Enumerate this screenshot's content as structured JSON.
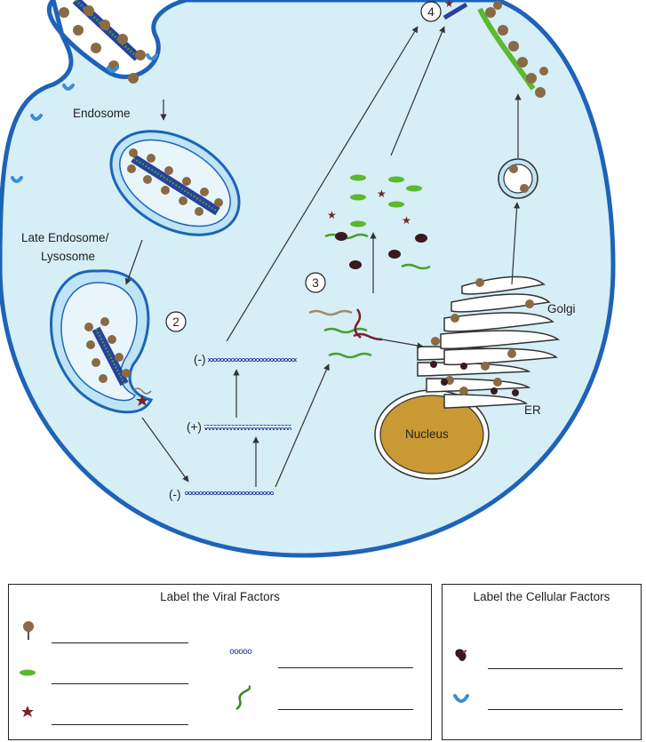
{
  "diagram": {
    "labels": {
      "endosome": "Endosome",
      "late_endosome_line1": "Late Endosome/",
      "late_endosome_line2": "Lysosome",
      "golgi": "Golgi",
      "er": "ER",
      "nucleus": "Nucleus",
      "rna_minus_top": "(-)",
      "rna_plus": "(+)",
      "rna_minus_bottom": "(-)"
    },
    "steps": [
      "2",
      "3",
      "4"
    ]
  },
  "legend": {
    "viral": {
      "title": "Label the Viral Factors",
      "items": [
        {
          "icon": "virion-glycoprotein-icon"
        },
        {
          "icon": "green-oval-protein-icon"
        },
        {
          "icon": "red-star-protein-icon"
        },
        {
          "icon": "rna-coil-icon",
          "glyph": "ooooo"
        },
        {
          "icon": "green-squiggle-icon"
        }
      ]
    },
    "cellular": {
      "title": "Label the Cellular Factors",
      "items": [
        {
          "icon": "dark-red-ribosome-icon"
        },
        {
          "icon": "blue-receptor-icon"
        }
      ]
    }
  },
  "colors": {
    "cytoplasm": "#d6eef6",
    "membrane": "#1f63b8",
    "vesicle_fill": "#e8f6fb",
    "nucleus": "#c99a34",
    "glycoprotein": "#8a6a45",
    "green_protein": "#5cb82e",
    "star": "#7a1f2e",
    "rna_blue": "#2a3fa0",
    "ribosome": "#3a1a1f"
  }
}
